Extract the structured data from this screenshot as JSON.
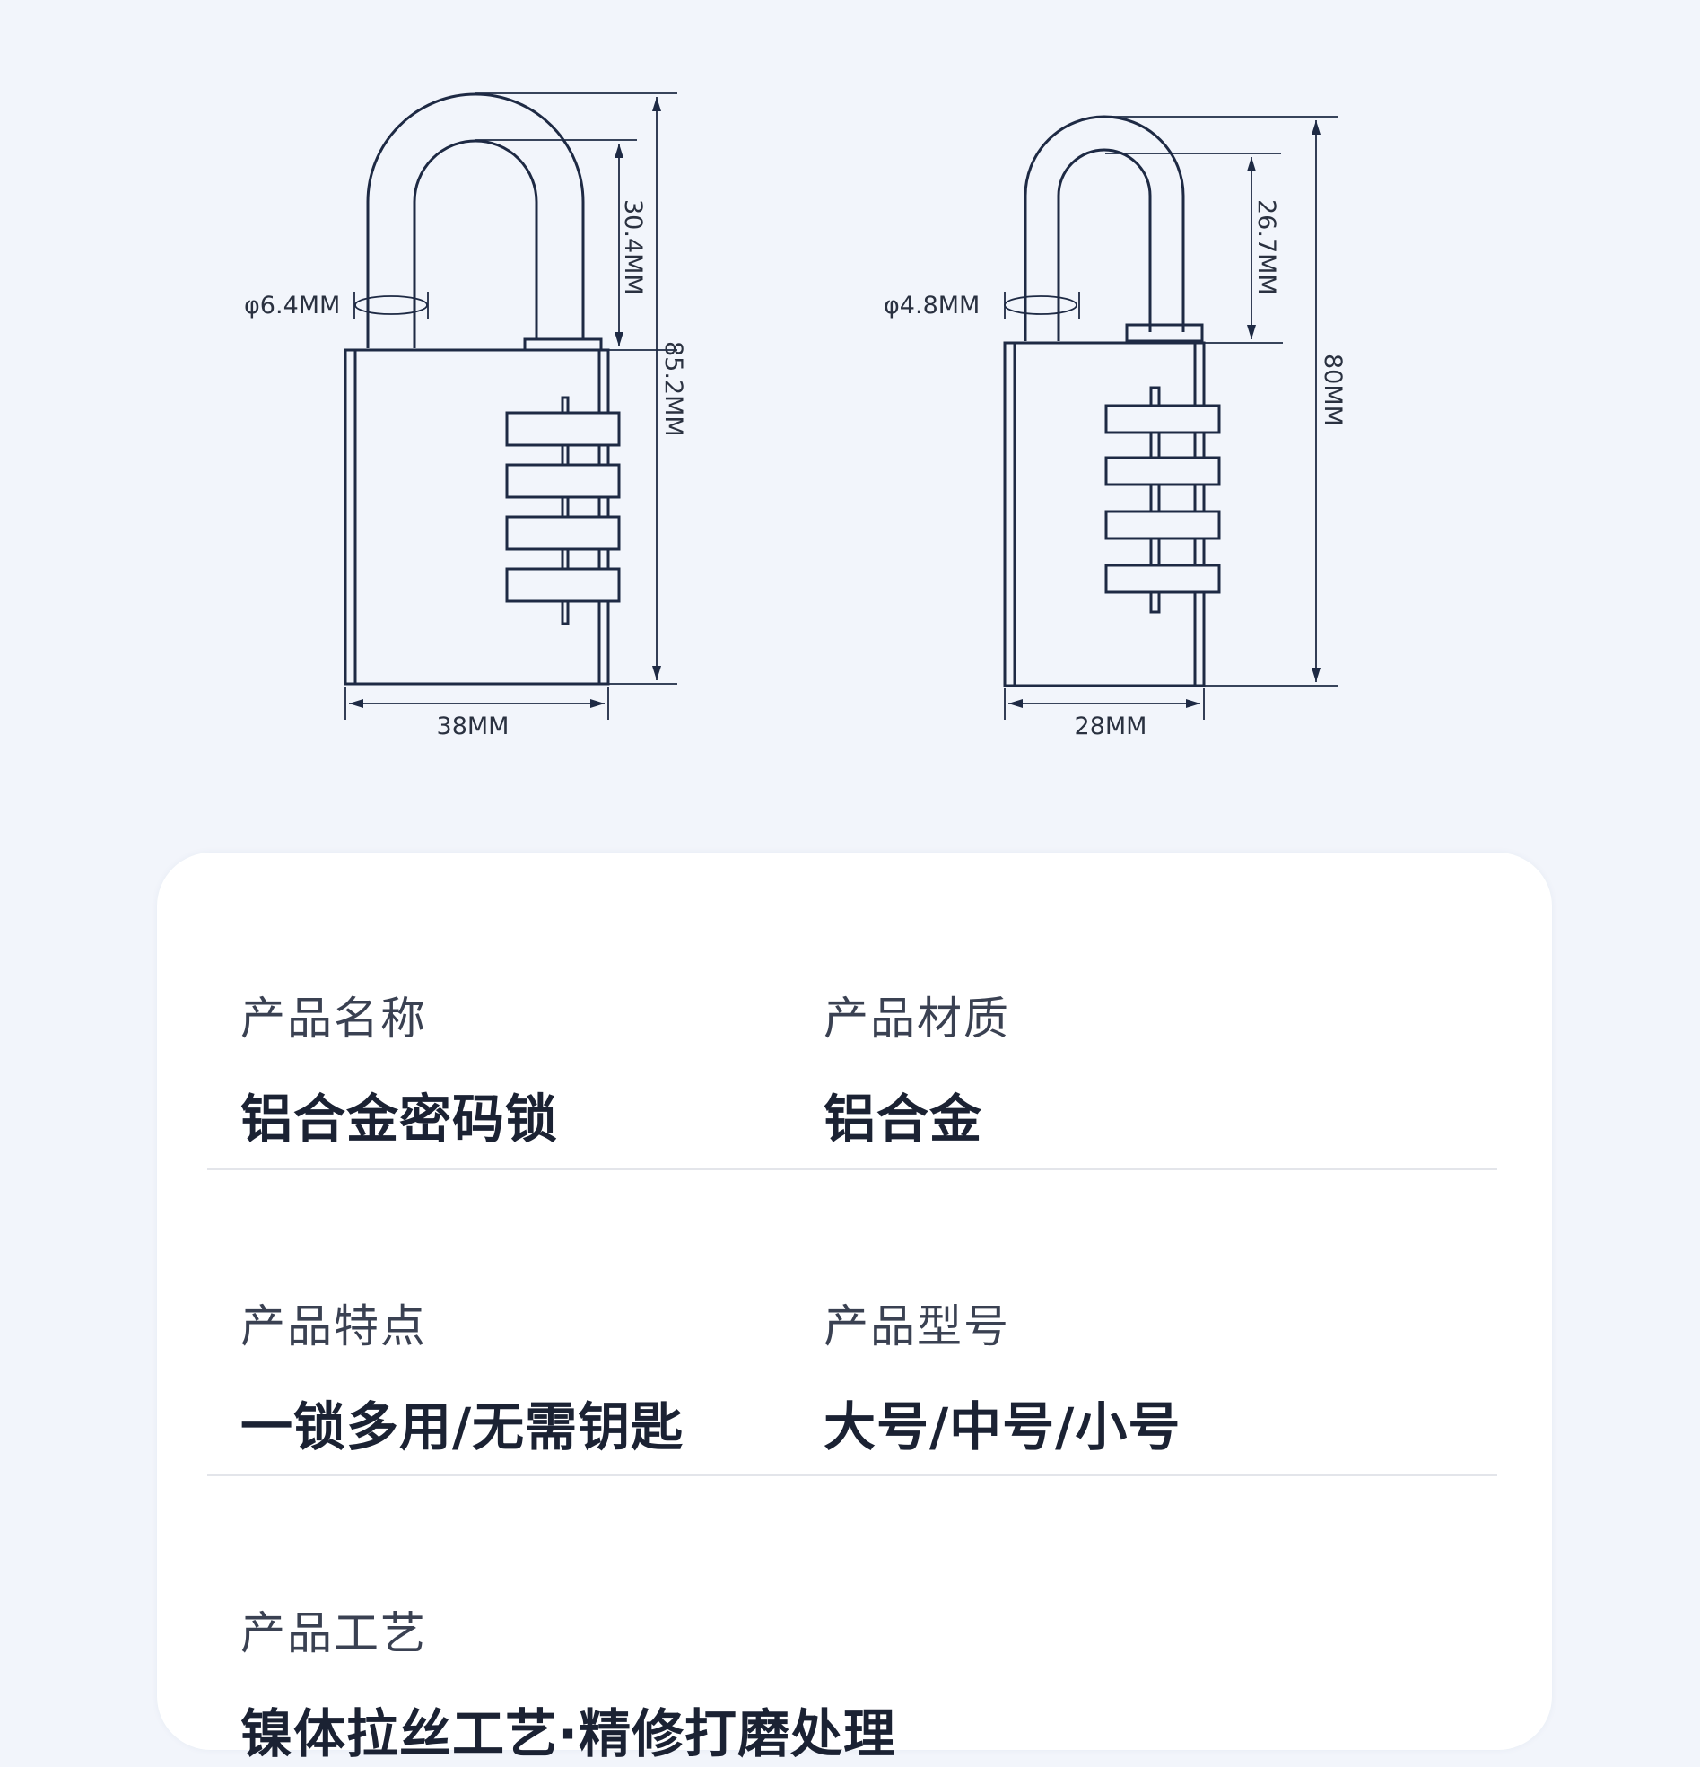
{
  "diagram": {
    "large_lock": {
      "shackle_diameter": "φ6.4MM",
      "shackle_clearance": "30.4MM",
      "total_height": "85.2MM",
      "body_width": "38MM"
    },
    "small_lock": {
      "shackle_diameter": "φ4.8MM",
      "shackle_clearance": "26.7MM",
      "total_height": "80MM",
      "body_width": "28MM"
    }
  },
  "specs": [
    {
      "label": "产品名称",
      "value": "铝合金密码锁"
    },
    {
      "label": "产品材质",
      "value": "铝合金"
    },
    {
      "label": "产品特点",
      "value": "一锁多用/无需钥匙"
    },
    {
      "label": "产品型号",
      "value": "大号/中号/小号"
    },
    {
      "label": "产品工艺",
      "value": "镍体拉丝工艺·精修打磨处理"
    }
  ],
  "colors": {
    "background": "#f2f5fb",
    "card": "#ffffff",
    "line": "#1e2a44"
  }
}
